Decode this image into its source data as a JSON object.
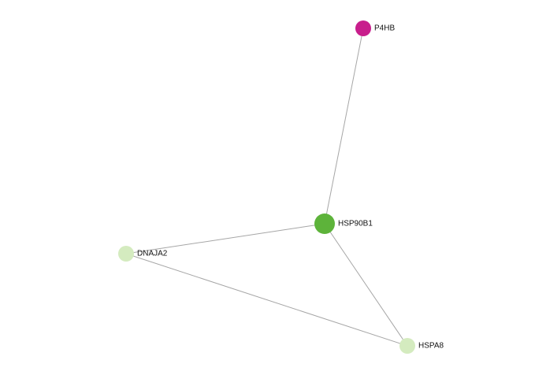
{
  "network": {
    "nodes": [
      {
        "id": "P4HB",
        "label": "P4HB",
        "color": "#c81e8c",
        "size": "small"
      },
      {
        "id": "HSP90B1",
        "label": "HSP90B1",
        "color": "#5db33a",
        "size": "large"
      },
      {
        "id": "DNAJA2",
        "label": "DNAJA2",
        "color": "#d4ebbf",
        "size": "small"
      },
      {
        "id": "HSPA8",
        "label": "HSPA8",
        "color": "#d4ebbf",
        "size": "small"
      }
    ],
    "edges": [
      {
        "source": "P4HB",
        "target": "HSP90B1"
      },
      {
        "source": "HSP90B1",
        "target": "DNAJA2"
      },
      {
        "source": "HSP90B1",
        "target": "HSPA8"
      },
      {
        "source": "DNAJA2",
        "target": "HSPA8"
      }
    ],
    "edge_color": "#a6a6a6"
  }
}
